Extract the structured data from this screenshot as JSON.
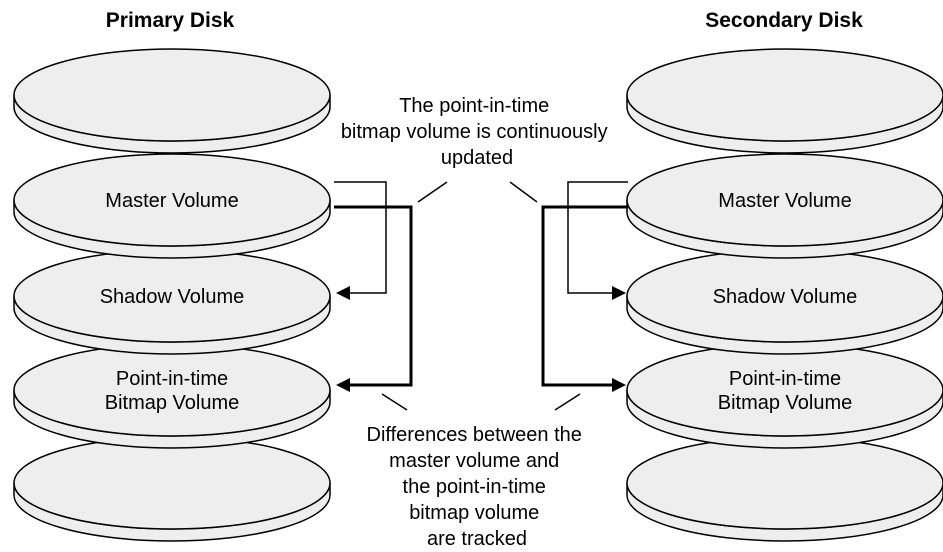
{
  "primary": {
    "title": "Primary Disk",
    "volumes": [
      {
        "lines": []
      },
      {
        "lines": [
          "Master Volume"
        ]
      },
      {
        "lines": [
          "Shadow Volume"
        ]
      },
      {
        "lines": [
          "Point-in-time",
          "Bitmap Volume"
        ]
      },
      {
        "lines": []
      }
    ]
  },
  "secondary": {
    "title": "Secondary Disk",
    "volumes": [
      {
        "lines": []
      },
      {
        "lines": [
          "Master Volume"
        ]
      },
      {
        "lines": [
          "Shadow Volume"
        ]
      },
      {
        "lines": [
          "Point-in-time",
          "Bitmap Volume"
        ]
      },
      {
        "lines": []
      }
    ]
  },
  "annotations": {
    "top": [
      "The point-in-time",
      "bitmap volume is continuously",
      "updated"
    ],
    "bottom": [
      "Differences between the",
      "master volume and",
      "the point-in-time",
      "bitmap volume",
      "are tracked"
    ]
  },
  "colors": {
    "disk_fill": "#eeeeee",
    "stroke": "#000000"
  }
}
